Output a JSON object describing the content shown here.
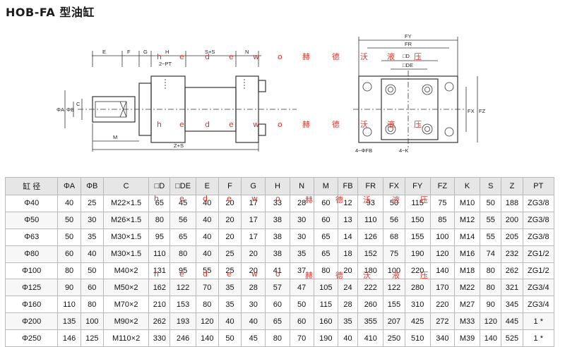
{
  "title": "HOB-FA 型油缸",
  "drawing_labels": {
    "e": "E",
    "f": "F",
    "g": "G",
    "h": "H",
    "s_s": "S+S",
    "n": "N",
    "pt": "2−PT",
    "m": "M",
    "z_s": "Z+S",
    "phi_a": "ΦA",
    "phi_b": "ΦB",
    "c": "C",
    "fy": "FY",
    "fr": "FR",
    "d": "□D",
    "de": "□DE",
    "fx": "FX",
    "fz": "FZ",
    "fb": "4−ΦFB",
    "k": "4−K"
  },
  "watermark": [
    "h",
    "e",
    "d",
    "e",
    "w",
    "o",
    "赫",
    "德",
    "沃",
    "液",
    "压"
  ],
  "table": {
    "headers": [
      "缸 径",
      "ΦA",
      "ΦB",
      "C",
      "□D",
      "□DE",
      "E",
      "F",
      "G",
      "H",
      "N",
      "M",
      "FB",
      "FR",
      "FX",
      "FY",
      "FZ",
      "K",
      "S",
      "Z",
      "PT"
    ],
    "rows": [
      [
        "Φ40",
        "40",
        "25",
        "M22×1.5",
        "65",
        "45",
        "40",
        "20",
        "17",
        "33",
        "28",
        "60",
        "12",
        "93",
        "50",
        "115",
        "75",
        "M10",
        "50",
        "188",
        "ZG3/8"
      ],
      [
        "Φ50",
        "50",
        "30",
        "M26×1.5",
        "80",
        "56",
        "40",
        "20",
        "17",
        "38",
        "30",
        "60",
        "13",
        "110",
        "56",
        "150",
        "85",
        "M12",
        "55",
        "200",
        "ZG3/8"
      ],
      [
        "Φ63",
        "50",
        "35",
        "M30×1.5",
        "95",
        "65",
        "40",
        "20",
        "17",
        "38",
        "30",
        "65",
        "14",
        "126",
        "68",
        "155",
        "100",
        "M14",
        "55",
        "205",
        "ZG3/8"
      ],
      [
        "Φ80",
        "60",
        "40",
        "M30×1.5",
        "110",
        "80",
        "40",
        "25",
        "20",
        "38",
        "35",
        "65",
        "18",
        "152",
        "75",
        "190",
        "120",
        "M16",
        "74",
        "232",
        "ZG1/2"
      ],
      [
        "Φ100",
        "80",
        "50",
        "M40×2",
        "131",
        "95",
        "55",
        "25",
        "20",
        "41",
        "37",
        "80",
        "20",
        "180",
        "100",
        "220",
        "140",
        "M18",
        "80",
        "262",
        "ZG1/2"
      ],
      [
        "Φ125",
        "90",
        "60",
        "M50×2",
        "162",
        "122",
        "70",
        "35",
        "28",
        "57",
        "47",
        "105",
        "24",
        "222",
        "122",
        "280",
        "170",
        "M22",
        "80",
        "321",
        "ZG3/4"
      ],
      [
        "Φ160",
        "110",
        "80",
        "M70×2",
        "210",
        "153",
        "80",
        "35",
        "30",
        "60",
        "50",
        "115",
        "28",
        "260",
        "155",
        "310",
        "220",
        "M27",
        "90",
        "345",
        "ZG3/4"
      ],
      [
        "Φ200",
        "135",
        "100",
        "M90×2",
        "262",
        "193",
        "120",
        "40",
        "40",
        "65",
        "60",
        "160",
        "35",
        "355",
        "207",
        "425",
        "272",
        "M33",
        "120",
        "445",
        "1 *"
      ],
      [
        "Φ250",
        "146",
        "125",
        "M110×2",
        "330",
        "246",
        "140",
        "50",
        "45",
        "80",
        "70",
        "190",
        "40",
        "410",
        "250",
        "510",
        "340",
        "M39",
        "140",
        "525",
        "1 *"
      ]
    ]
  }
}
